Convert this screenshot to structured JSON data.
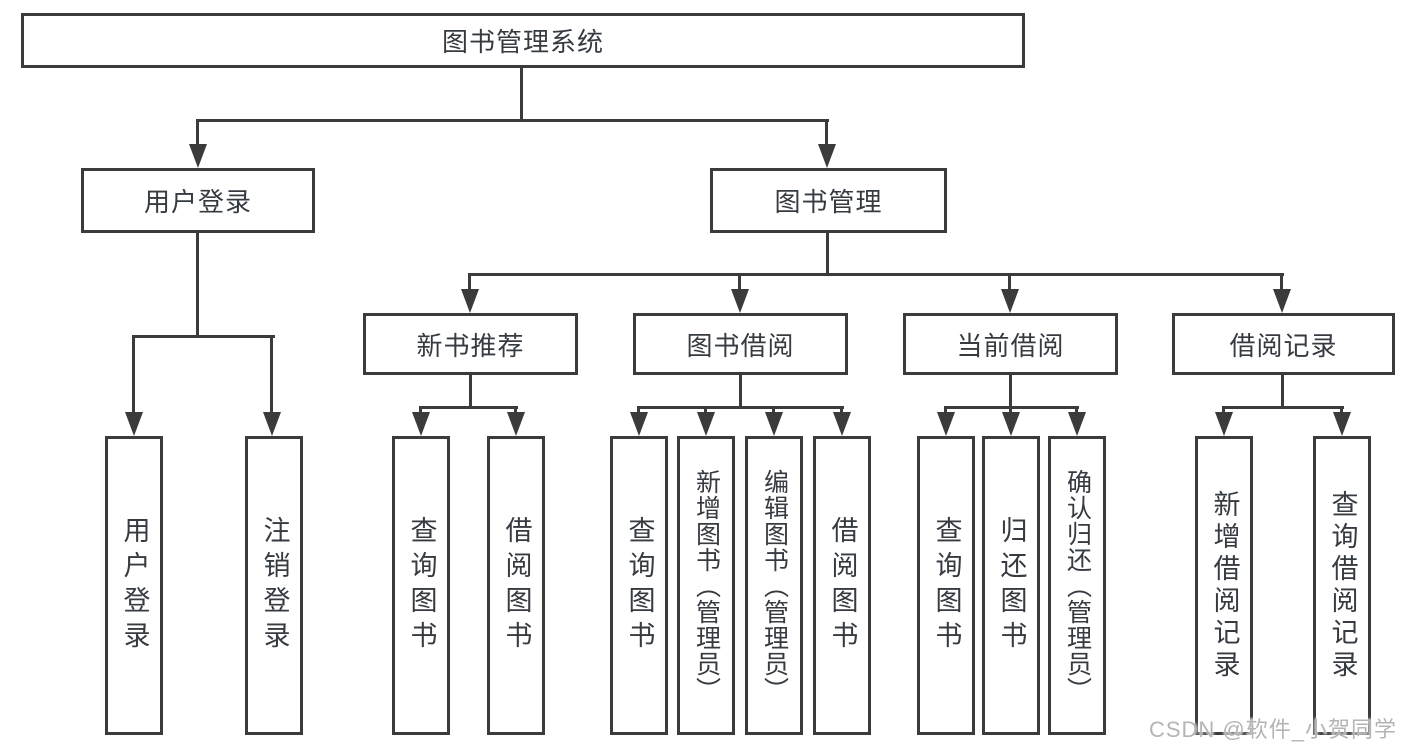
{
  "colors": {
    "line": "#3b3b3b",
    "text": "#363b42",
    "background": "#ffffff",
    "watermark": "#b4b4b4"
  },
  "watermark": "CSDN @软件_小贺同学",
  "tree": {
    "label": "图书管理系统",
    "children": [
      {
        "label": "用户登录",
        "children": [
          {
            "label": "用户登录"
          },
          {
            "label": "注销登录"
          }
        ]
      },
      {
        "label": "图书管理",
        "children": [
          {
            "label": "新书推荐",
            "children": [
              {
                "label": "查询图书"
              },
              {
                "label": "借阅图书"
              }
            ]
          },
          {
            "label": "图书借阅",
            "children": [
              {
                "label": "查询图书"
              },
              {
                "label": "新增图书（管理员）"
              },
              {
                "label": "编辑图书（管理员）"
              },
              {
                "label": "借阅图书"
              }
            ]
          },
          {
            "label": "当前借阅",
            "children": [
              {
                "label": "查询图书"
              },
              {
                "label": "归还图书"
              },
              {
                "label": "确认归还（管理员）"
              }
            ]
          },
          {
            "label": "借阅记录",
            "children": [
              {
                "label": "新增借阅记录"
              },
              {
                "label": "查询借阅记录"
              }
            ]
          }
        ]
      }
    ]
  }
}
